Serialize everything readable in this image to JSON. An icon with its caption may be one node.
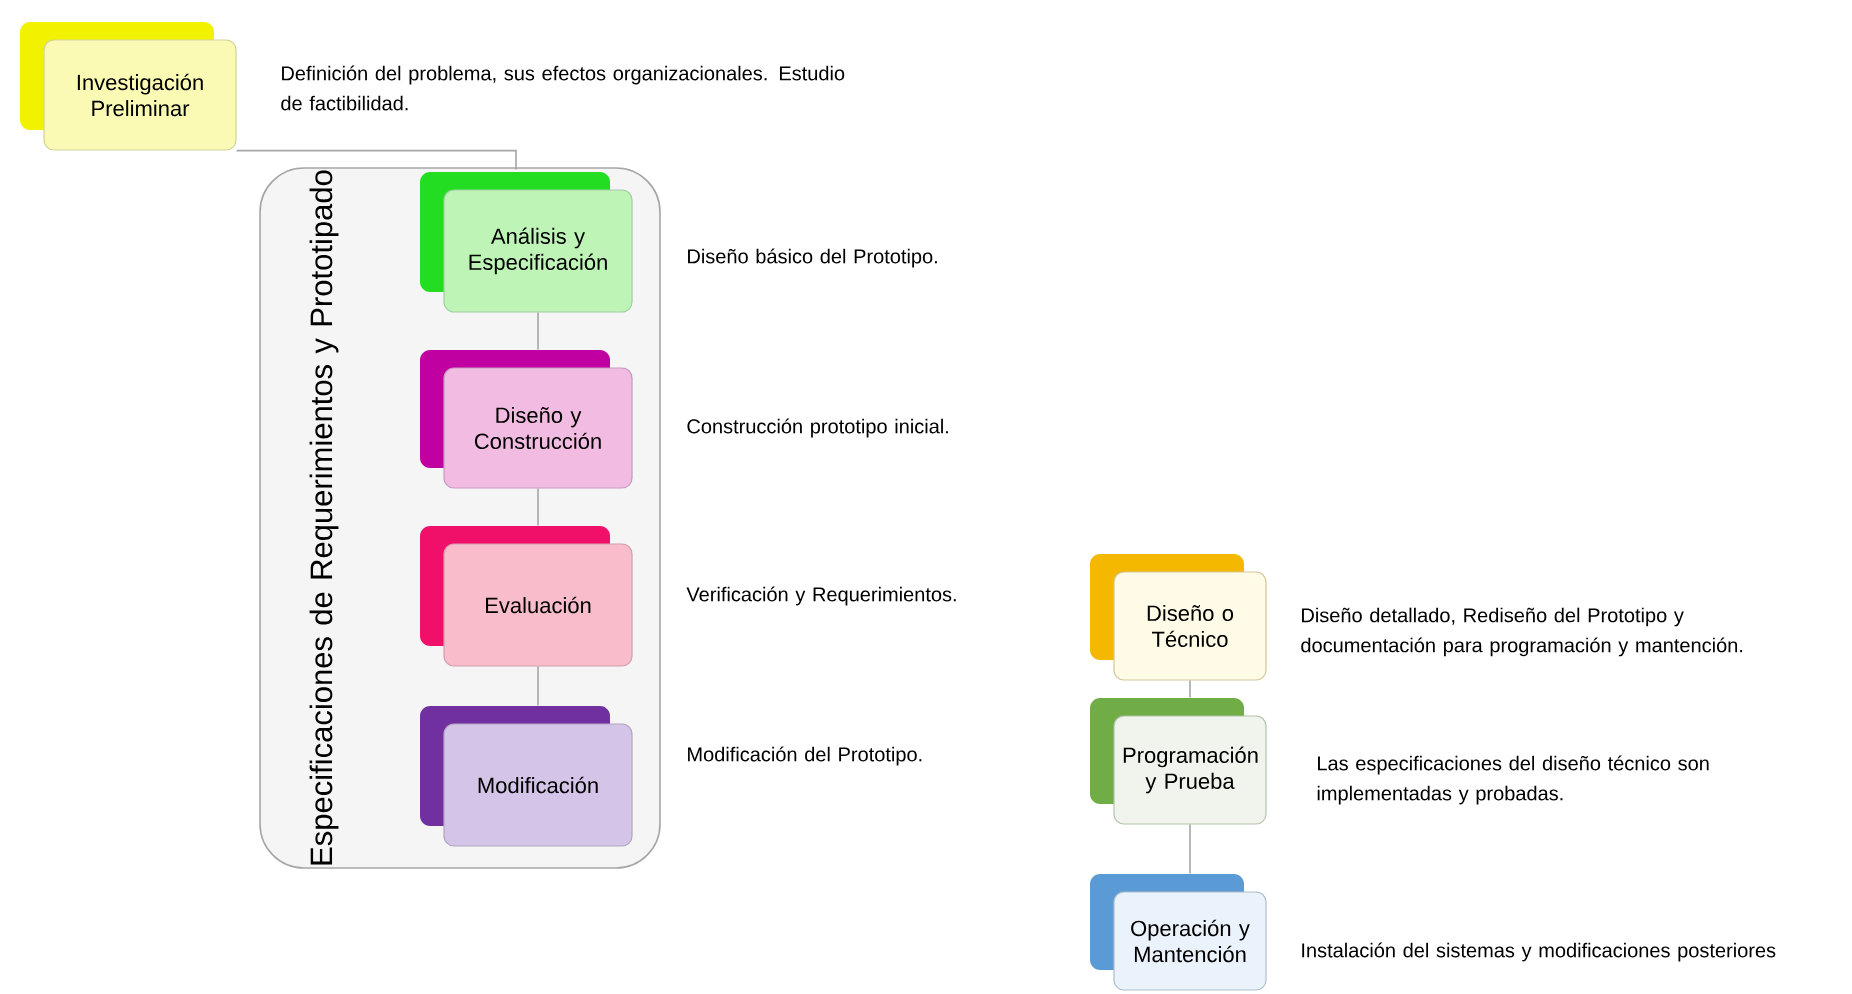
{
  "diagram": {
    "nodes": [
      {
        "text": [
          "Investigación Preliminar"
        ],
        "beside": [
          "Definición del problema, sus efectos organizacionales. Estudio de factibilidad."
        ]
      },
      {
        "text": [
          "Especificaciones de Requerimientos y Prototipado"
        ]
      },
      {
        "text": [
          "Análisis y Especificación"
        ],
        "in": 1,
        "beside": [
          "Diseño básico del Prototipo."
        ]
      },
      {
        "text": [
          "Diseño y Construcción"
        ],
        "in": 1,
        "beside": [
          "Construcción prototipo inicial."
        ]
      },
      {
        "text": [
          "Evaluación"
        ],
        "in": 1,
        "beside": [
          "Verificación y Requerimientos."
        ]
      },
      {
        "text": [
          "Modificación"
        ],
        "in": 1,
        "beside": [
          "Modificación del Prototipo."
        ]
      },
      {
        "text": [
          "Diseño o Técnico"
        ],
        "beside": [
          "Diseño detallado, Rediseño del Prototipo y documentación para programación y mantención."
        ]
      },
      {
        "text": [
          "Programación y Prueba"
        ],
        "beside": [
          "Las especificaciones  del diseño técnico son implementadas y probadas."
        ]
      },
      {
        "text": [
          "Operación y Mantención"
        ],
        "beside": [
          "Instalación del sistemas y modificaciones posteriores"
        ]
      }
    ],
    "edges": [
      {
        "from": 0,
        "to": 2,
        "arrow": "none"
      },
      {
        "from": 2,
        "to": 3,
        "arrow": "none"
      },
      {
        "from": 3,
        "to": 4,
        "arrow": "none"
      },
      {
        "from": 4,
        "to": 5,
        "arrow": "none"
      },
      {
        "from": 6,
        "to": 7,
        "arrow": "none"
      },
      {
        "from": 7,
        "to": 8,
        "arrow": "none"
      }
    ]
  }
}
